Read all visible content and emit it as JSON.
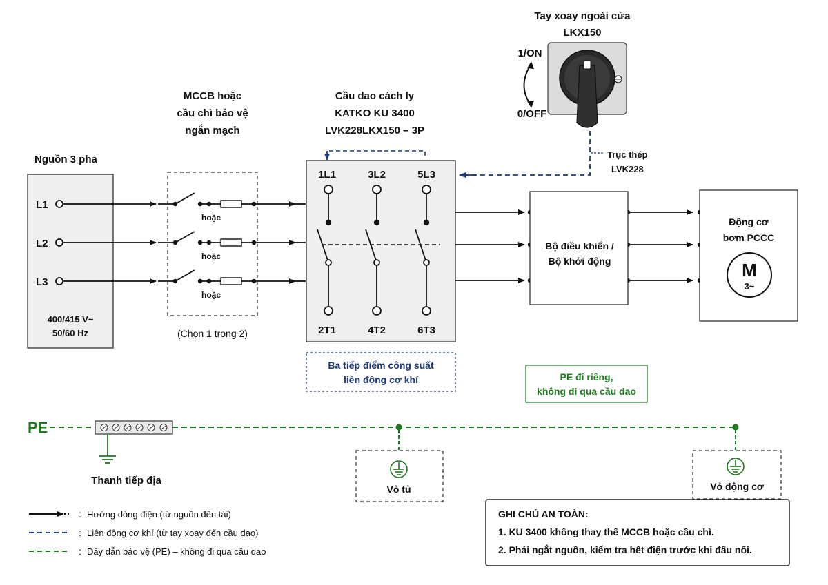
{
  "source": {
    "title": "Nguồn 3 pha",
    "phases": [
      "L1",
      "L2",
      "L3"
    ],
    "voltage": "400/415 V~",
    "frequency": "50/60 Hz"
  },
  "protection": {
    "title_lines": [
      "MCCB hoặc",
      "cầu chì bảo vệ",
      "ngắn mạch"
    ],
    "or_label": "hoặc",
    "note": "(Chọn 1 trong 2)"
  },
  "isolator": {
    "title_lines": [
      "Cầu dao cách ly",
      "KATKO KU 3400",
      "LVK228LKX150 – 3P"
    ],
    "top_terminals": [
      "1L1",
      "3L2",
      "5L3"
    ],
    "bottom_terminals": [
      "2T1",
      "4T2",
      "6T3"
    ],
    "note_lines": [
      "Ba tiếp điểm công suất",
      "liên động cơ khí"
    ]
  },
  "handle": {
    "title_lines": [
      "Tay xoay ngoài cửa",
      "LKX150"
    ],
    "on_label": "1/ON",
    "off_label": "0/OFF",
    "shaft_lines": [
      "Trục thép",
      "LVK228"
    ]
  },
  "controller": {
    "lines": [
      "Bộ điều khiển /",
      "Bộ khởi động"
    ]
  },
  "motor": {
    "lines": [
      "Động cơ",
      "bơm PCCC"
    ],
    "symbol": "M",
    "symbol_sub": "3~"
  },
  "pe": {
    "label": "PE",
    "bar_label": "Thanh tiếp địa",
    "cabinet_label": "Vỏ tủ",
    "motor_label": "Vỏ động cơ",
    "note_lines": [
      "PE đi riêng,",
      "không đi qua cầu dao"
    ]
  },
  "legend": [
    {
      "text": "Hướng dòng điện (từ nguồn đến tải)",
      "style": "solid-arrow",
      "color": "#111111"
    },
    {
      "text": "Liên động cơ khí (từ tay xoay đến cầu dao)",
      "style": "dashed",
      "color": "#1c3a78"
    },
    {
      "text": "Dây dẫn bảo vệ (PE) – không đi qua cầu dao",
      "style": "dashed",
      "color": "#1e7a1e"
    }
  ],
  "legend_colon": ":",
  "safety": {
    "title": "GHI CHÚ AN TOÀN:",
    "items": [
      "1. KU 3400 không thay thế MCCB hoặc cầu chì.",
      "2. Phải ngắt nguồn, kiểm tra hết điện trước khi đấu nối."
    ]
  },
  "colors": {
    "line": "#111111",
    "interlock": "#1c3a78",
    "pe": "#1e7a1e",
    "box_fill": "#efefef"
  }
}
